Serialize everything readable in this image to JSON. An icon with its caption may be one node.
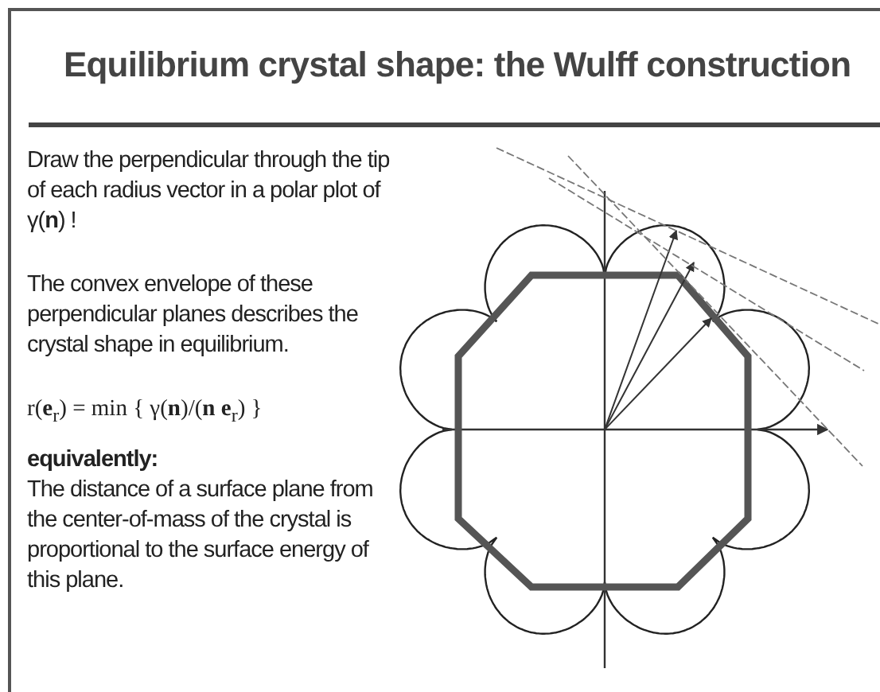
{
  "diagram": {
    "title": "Equilibrium crystal shape: the Wulff construction",
    "labels": [
      "Draw the perpendicular through the tip of each radius vector in a polar plot of γ(**n**) !",
      "The convex envelope of these perpendicular planes describes the crystal shape in equilibrium.",
      "r(**e**$_{r}$) = min { γ(**n**)/(**n** **e**$_{r}$) }",
      "equivalently:",
      "The distance of a surface plane from the center-of-mass of the crystal is proportional to the surface energy of this plane."
    ]
  }
}
